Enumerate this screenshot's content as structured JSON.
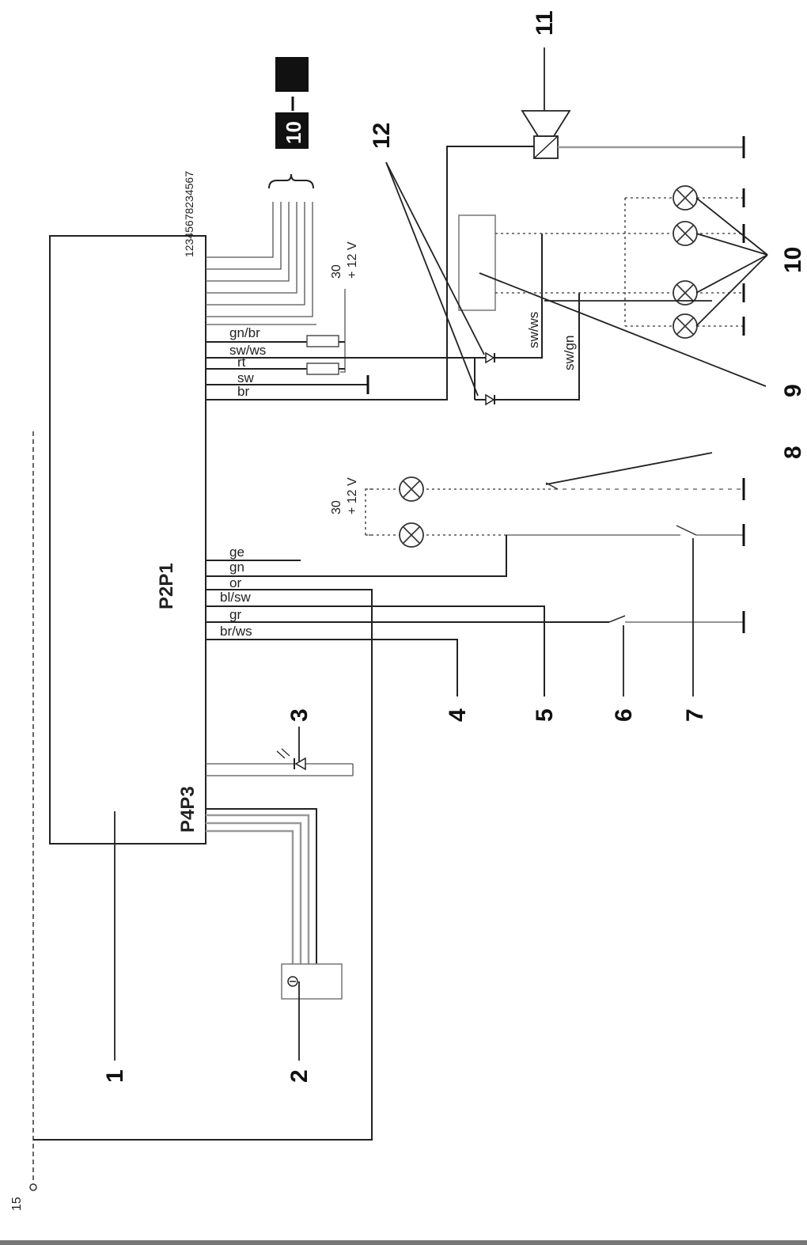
{
  "terminal": {
    "label": "15"
  },
  "ports": {
    "p2p1": "P2P1",
    "p4p3": "P4P3"
  },
  "pin_numbers": "12345678234567",
  "supply": {
    "upper": {
      "terminal": "30",
      "voltage": "+ 12 V"
    },
    "lower": {
      "terminal": "30",
      "voltage": "+ 12 V"
    }
  },
  "wires_p2p1": [
    {
      "code": "gn/br"
    },
    {
      "code": "sw/ws"
    },
    {
      "code": "rt"
    },
    {
      "code": "sw"
    },
    {
      "code": "br"
    },
    {
      "code": "ge"
    },
    {
      "code": "gn"
    },
    {
      "code": "or"
    },
    {
      "code": "bl/sw"
    },
    {
      "code": "gr"
    },
    {
      "code": "br/ws"
    }
  ],
  "circuit_wires": {
    "sw_ws": "sw/ws",
    "sw_gn": "sw/gn"
  },
  "badge": {
    "label": "10"
  },
  "callouts": [
    "1",
    "2",
    "3",
    "4",
    "5",
    "6",
    "7",
    "8",
    "9",
    "10",
    "11",
    "12"
  ]
}
